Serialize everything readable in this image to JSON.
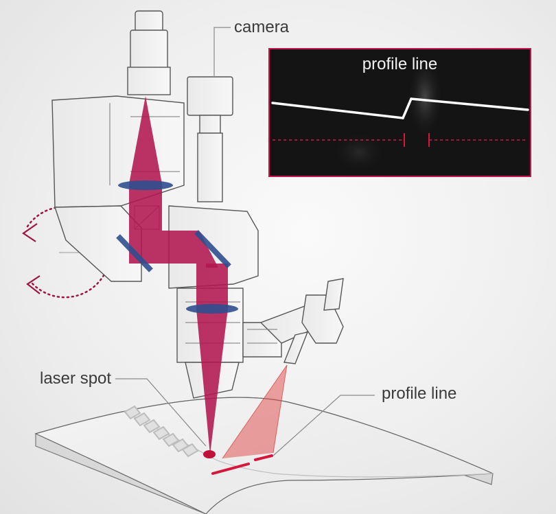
{
  "labels": {
    "camera": "camera",
    "laser_spot": "laser spot",
    "profile_line": "profile line"
  },
  "inset": {
    "title": "profile line"
  },
  "colors": {
    "laser_beam": "#b0174f",
    "profile_fan": "#e04848",
    "lens": "#2f4f8f",
    "inset_border": "#c2184f",
    "inset_background": "#141414",
    "measurement_marker": "#d6173c",
    "callout_leader": "#8a8a8a"
  },
  "icons": {
    "rotation": "dotted-circular-arrow-icon",
    "laser_spot": "red-dot-icon"
  }
}
